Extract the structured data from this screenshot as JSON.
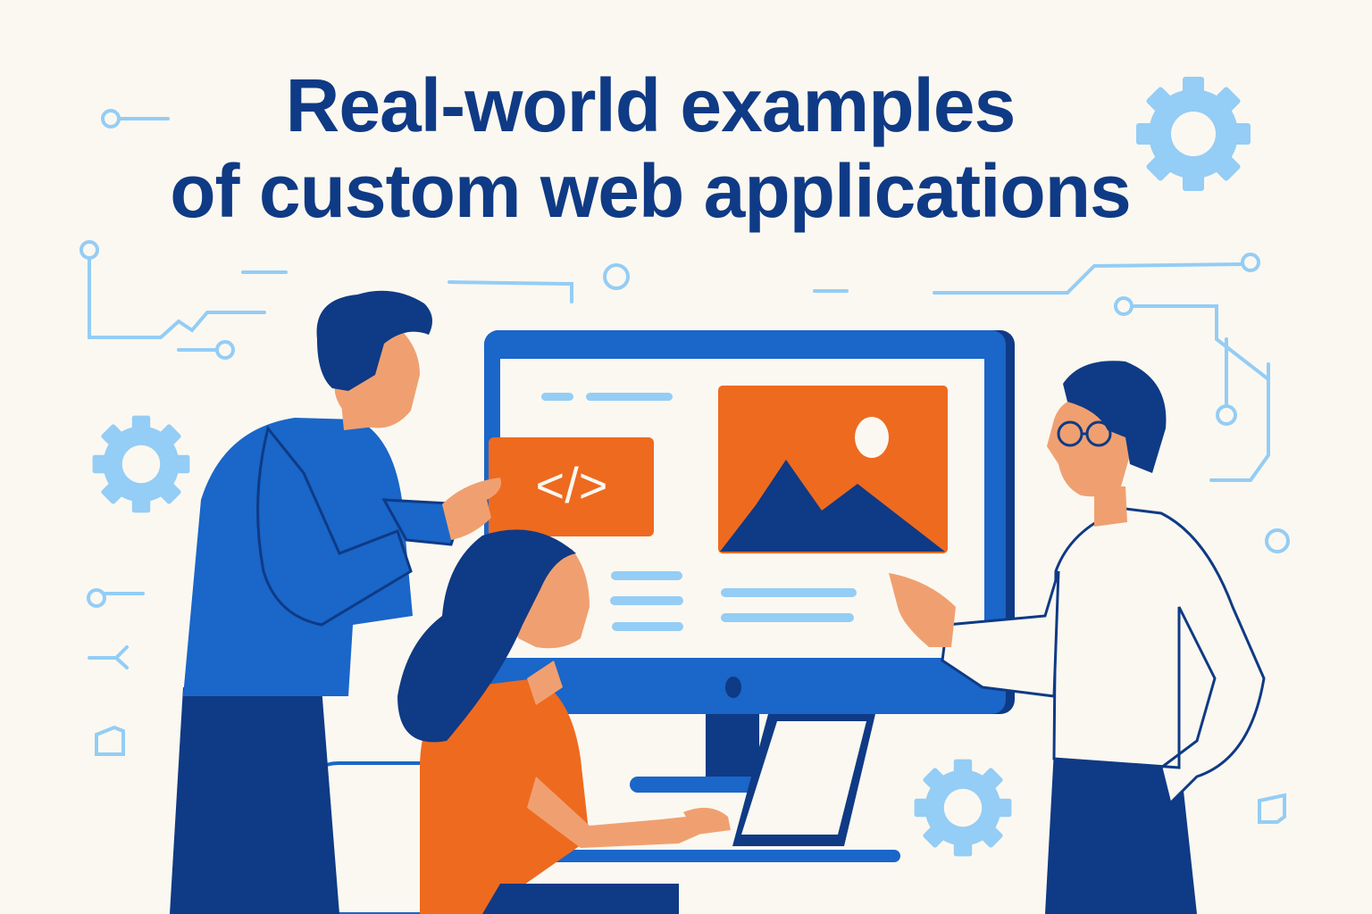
{
  "title": {
    "line1": "Real-world examples",
    "line2": "of custom web applications"
  },
  "illustration": {
    "code_badge": "</>",
    "subjects": [
      "man-in-blue-sweater",
      "woman-at-laptop",
      "man-with-glasses-pointing"
    ],
    "screen_elements": [
      "code-card",
      "image-card",
      "text-lines"
    ]
  },
  "colors": {
    "background": "#fbf8f1",
    "navy": "#0f3a85",
    "blue": "#1a66c9",
    "light_blue": "#94cdf5",
    "orange": "#ee6a1f",
    "skin": "#f0a070"
  }
}
